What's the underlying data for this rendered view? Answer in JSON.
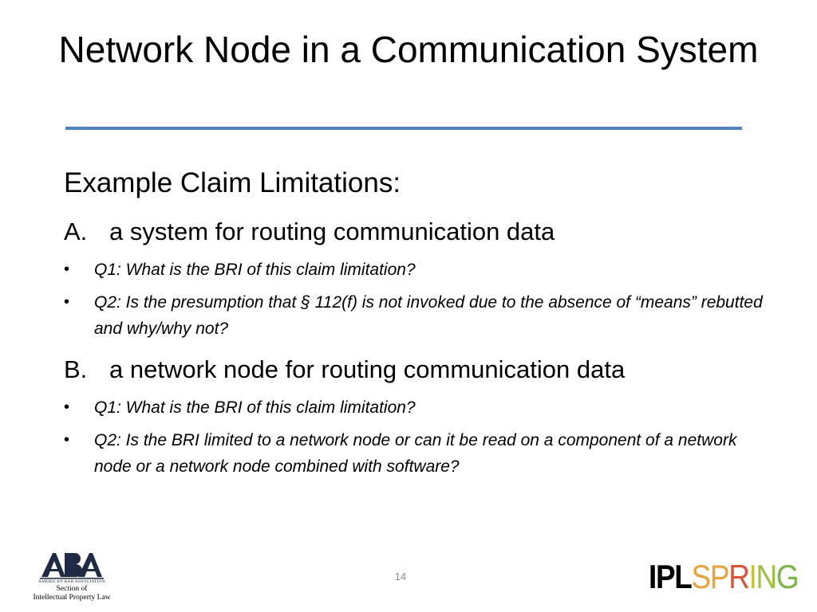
{
  "slide": {
    "title": "Network Node in a Communication System",
    "heading": "Example Claim Limitations:",
    "items": [
      {
        "letter": "A.",
        "text": "a system for routing communication data",
        "bullets": [
          "Q1: What is the BRI of this claim limitation?",
          "Q2: Is the presumption that § 112(f) is not invoked due to the absence of “means” rebutted and why/why not?"
        ]
      },
      {
        "letter": "B.",
        "text": "a network node for routing communication data",
        "bullets": [
          "Q1: What is the BRI of this claim limitation?",
          "Q2: Is the BRI limited to a network node or can it be read on a component of a network node or a network node combined with software?"
        ]
      }
    ],
    "bullet_glyph": "•"
  },
  "footer": {
    "page_number": "14",
    "aba_logo": {
      "mark": "ABA",
      "tagline": "AMERICAN BAR ASSOCIATION",
      "section_line1": "Section of",
      "section_line2": "Intellectual Property Law"
    },
    "ipl_logo": {
      "prefix": "IPL",
      "suffix_letters": [
        "S",
        "P",
        "R",
        "I",
        "N",
        "G"
      ],
      "suffix_colors": [
        "#e8a33c",
        "#e8a33c",
        "#d9543a",
        "#c6c432",
        "#9cc13e",
        "#7ab648"
      ]
    }
  },
  "colors": {
    "title_rule": "#4f81bd",
    "aba_navy": "#1f2a44",
    "page_number": "#8c8c8c"
  }
}
